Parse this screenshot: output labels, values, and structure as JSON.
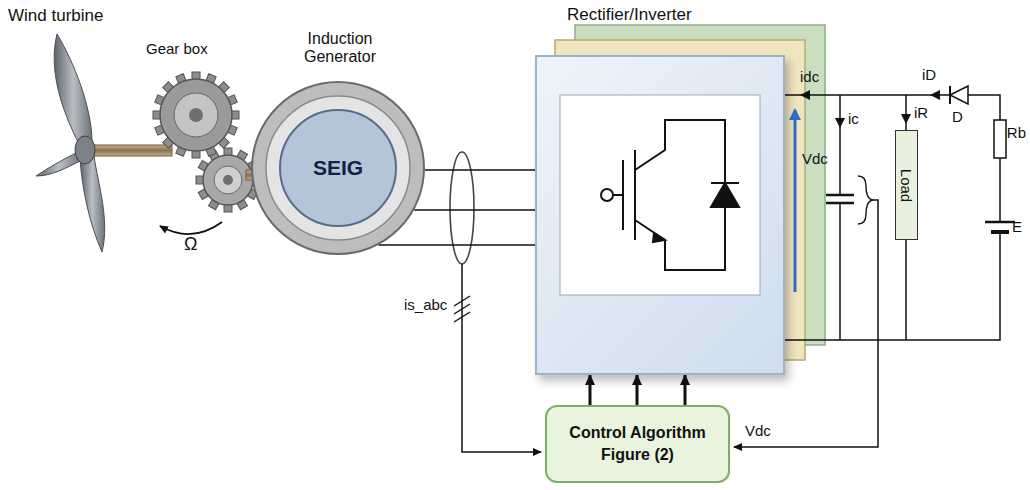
{
  "diagram": {
    "nodes": [
      {
        "text": [
          "SEIG"
        ]
      },
      {
        "text": [
          "Rectifier/Inverter"
        ]
      },
      {
        "text": [
          "Control Algorithm Figure (2)"
        ]
      },
      {
        "text": [
          "Load"
        ]
      }
    ],
    "edges": [
      {
        "from": 0,
        "to": 1,
        "arrow": "none"
      },
      {
        "from": 0,
        "to": 1,
        "arrow": "none"
      },
      {
        "from": 0,
        "to": 1,
        "arrow": "none"
      },
      {
        "from": 2,
        "to": 1,
        "arrow": "to"
      },
      {
        "from": 2,
        "to": 1,
        "arrow": "to"
      },
      {
        "from": 2,
        "to": 1,
        "arrow": "to"
      }
    ],
    "labels": [
      "Wind turbine",
      "Gear box",
      "Ω",
      "Induction Generator",
      "idc",
      "ic",
      "Vdc",
      "iR",
      "iD",
      "D",
      "Rb",
      "E",
      "is_abc",
      "Vdc"
    ]
  }
}
